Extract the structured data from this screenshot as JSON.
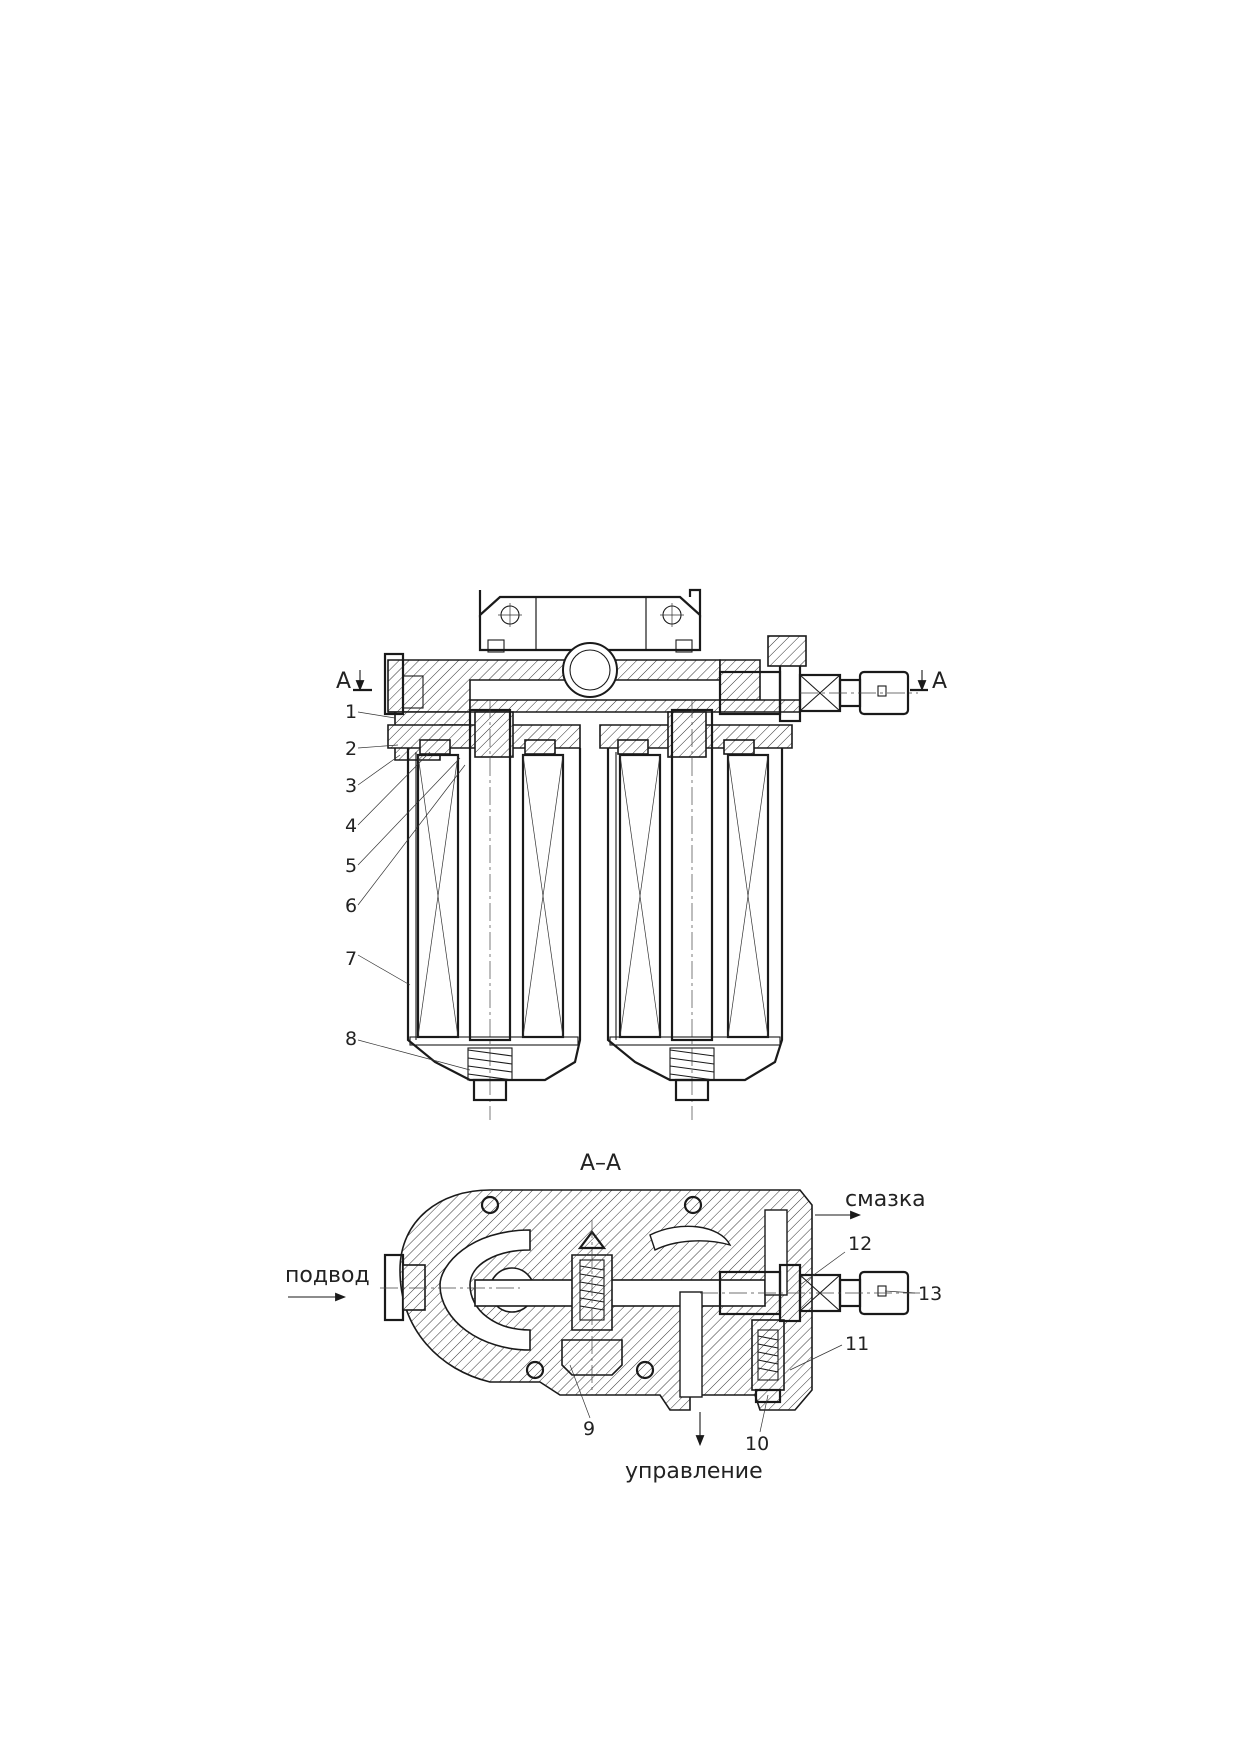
{
  "section_marks": {
    "left": "A",
    "right": "A",
    "section_title": "А–А"
  },
  "callouts": [
    "1",
    "2",
    "3",
    "4",
    "5",
    "6",
    "7",
    "8",
    "9",
    "10",
    "11",
    "12",
    "13"
  ],
  "flow_labels": {
    "inlet": "подвод",
    "lubrication": "смазка",
    "control": "управление"
  }
}
